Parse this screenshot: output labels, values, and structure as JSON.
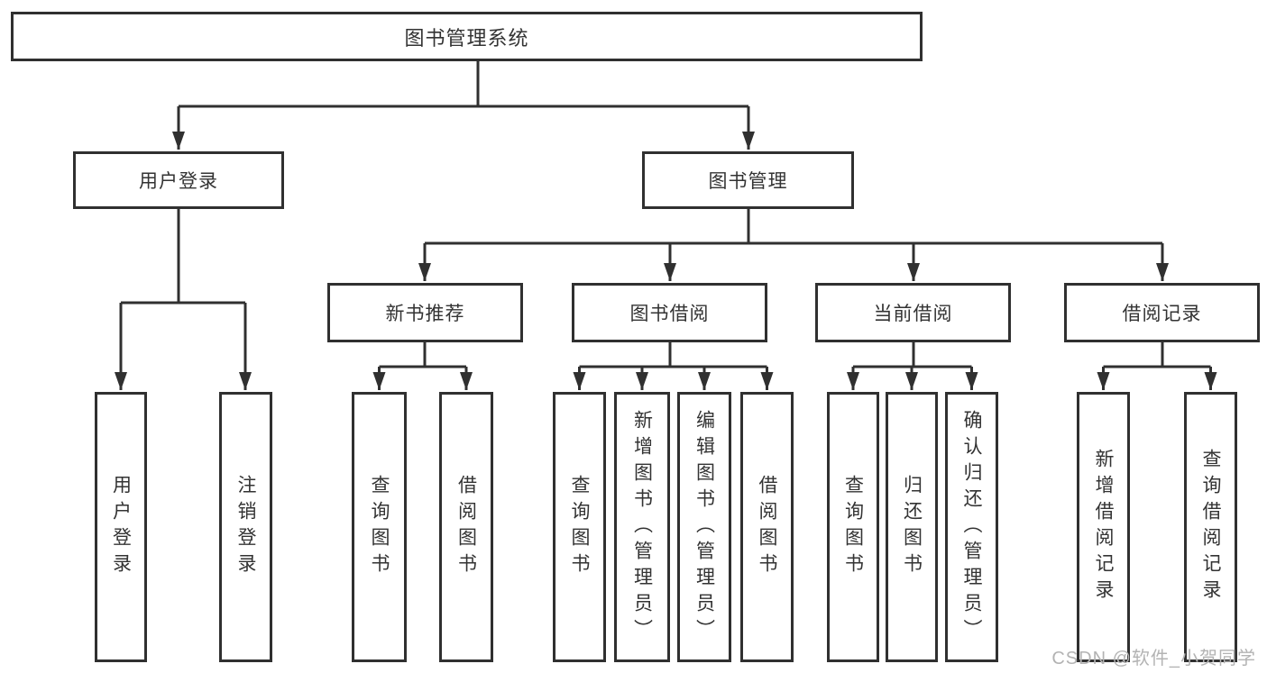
{
  "style": {
    "background": "#ffffff",
    "line_color": "#303030",
    "box_border_color": "#303030",
    "text_color": "#333333",
    "watermark_color": "#b3b3b3"
  },
  "root": {
    "label": "图书管理系统"
  },
  "level2": [
    {
      "id": "user-login",
      "label": "用户登录"
    },
    {
      "id": "book-management",
      "label": "图书管理"
    }
  ],
  "level3": [
    {
      "id": "new-book-recommendation",
      "label": "新书推荐"
    },
    {
      "id": "book-borrowing",
      "label": "图书借阅"
    },
    {
      "id": "current-borrowing",
      "label": "当前借阅"
    },
    {
      "id": "borrowing-records",
      "label": "借阅记录"
    }
  ],
  "leaves": [
    {
      "parent": "user-login",
      "label": "用户登录"
    },
    {
      "parent": "user-login",
      "label": "注销登录"
    },
    {
      "parent": "new-book-recommendation",
      "label": "查询图书"
    },
    {
      "parent": "new-book-recommendation",
      "label": "借阅图书"
    },
    {
      "parent": "book-borrowing",
      "label": "查询图书"
    },
    {
      "parent": "book-borrowing",
      "label": "新增图书（管理员）"
    },
    {
      "parent": "book-borrowing",
      "label": "编辑图书（管理员）"
    },
    {
      "parent": "book-borrowing",
      "label": "借阅图书"
    },
    {
      "parent": "current-borrowing",
      "label": "查询图书"
    },
    {
      "parent": "current-borrowing",
      "label": "归还图书"
    },
    {
      "parent": "current-borrowing",
      "label": "确认归还（管理员）"
    },
    {
      "parent": "borrowing-records",
      "label": "新增借阅记录"
    },
    {
      "parent": "borrowing-records",
      "label": "查询借阅记录"
    }
  ],
  "watermark": {
    "text": "CSDN @软件_小贺同学"
  }
}
